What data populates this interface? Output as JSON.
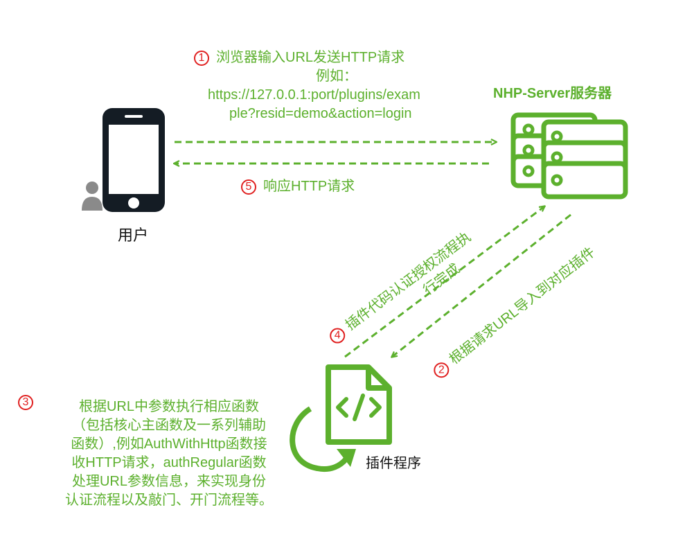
{
  "user_label": "用户",
  "server_label": "NHP-Server服务器",
  "plugin_label": "插件程序",
  "colors": {
    "accent": "#5cb02d",
    "marker": "#e02020",
    "device": "#141c24",
    "person": "#8a8a8a"
  },
  "icons": [
    "smartphone-icon",
    "person-icon",
    "server-stack-icon",
    "code-file-icon",
    "loop-arrow-icon"
  ],
  "steps": {
    "s1": {
      "num": "1",
      "line1": "浏览器输入URL发送HTTP请求",
      "line2": "例如：",
      "line3": "https://127.0.0.1:port/plugins/exam",
      "line4": "ple?resid=demo&action=login"
    },
    "s2": {
      "num": "2",
      "text": "根据请求URL导入到对应插件"
    },
    "s3": {
      "num": "3",
      "line1": "根据URL中参数执行相应函数",
      "line2": "（包括核心主函数及一系列辅助",
      "line3": "函数）,例如AuthWithHttp函数接",
      "line4": "收HTTP请求，authRegular函数",
      "line5": "处理URL参数信息，来实现身份",
      "line6": "认证流程以及敲门、开门流程等。"
    },
    "s4": {
      "num": "4",
      "line1": "插件代码认证授权流程执",
      "line2": "行完成"
    },
    "s5": {
      "num": "5",
      "text": "响应HTTP请求"
    }
  }
}
